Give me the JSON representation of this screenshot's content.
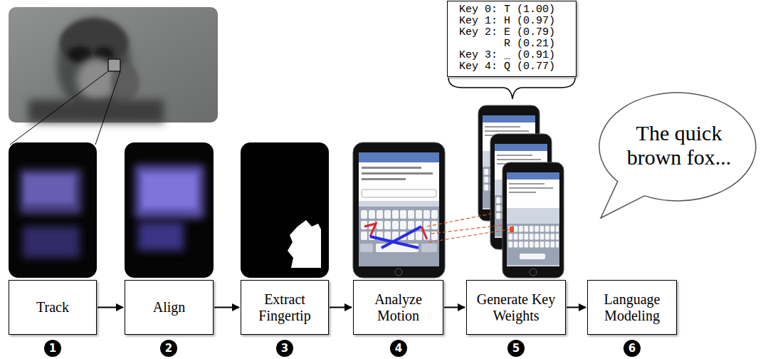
{
  "diagram": {
    "nodes": [
      {
        "text": [
          "Key 0: T (1.00)",
          "Key 1: H (0.97)",
          "Key 2: E (0.79)",
          "R (0.21)",
          "Key 3: _ (0.91)",
          "Key 4: Q (0.77)"
        ]
      },
      {
        "text": [
          "The quick brown fox..."
        ]
      },
      {
        "text": [
          "Track"
        ]
      },
      {
        "text": [
          "Align"
        ]
      },
      {
        "text": [
          "Extract Fingertip"
        ]
      },
      {
        "text": [
          "Analyze Motion"
        ]
      },
      {
        "text": [
          "Generate Key Weights"
        ]
      },
      {
        "text": [
          "Language Modeling"
        ]
      }
    ],
    "edges": [
      {
        "from": 2,
        "to": 3,
        "arrow": "to"
      },
      {
        "from": 3,
        "to": 4,
        "arrow": "to"
      },
      {
        "from": 4,
        "to": 5,
        "arrow": "to"
      },
      {
        "from": 5,
        "to": 6,
        "arrow": "to"
      },
      {
        "from": 6,
        "to": 7,
        "arrow": "to"
      }
    ],
    "labels": [
      "1",
      "2",
      "3",
      "4",
      "5",
      "6"
    ]
  }
}
